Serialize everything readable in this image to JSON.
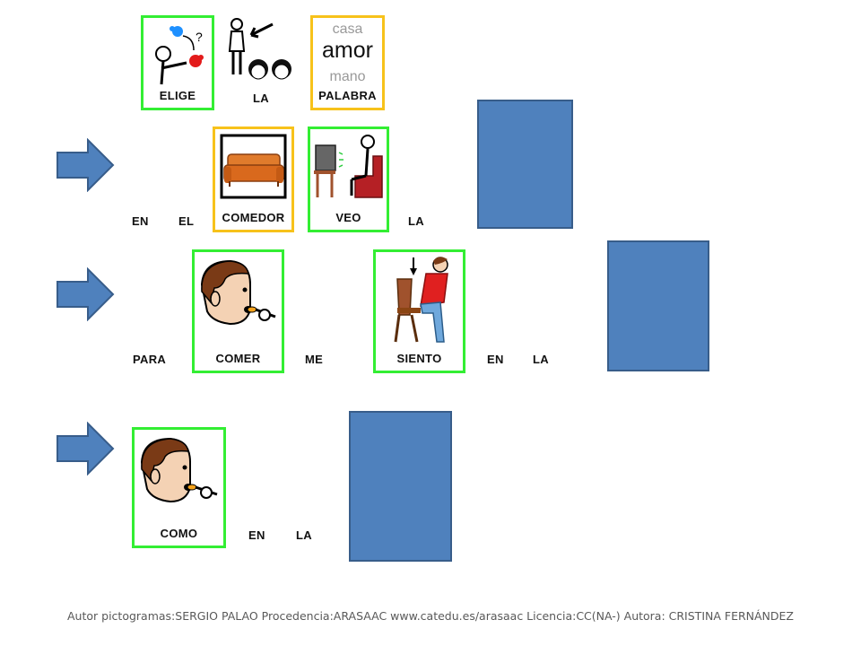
{
  "header": {
    "cards": [
      {
        "label": "ELIGE"
      },
      {
        "label": "LA"
      },
      {
        "label": "PALABRA"
      }
    ],
    "palabra_options": [
      "casa",
      "amor",
      "mano"
    ]
  },
  "row1": {
    "words": [
      "EN",
      "EL",
      "LA"
    ],
    "cards": [
      {
        "label": "COMEDOR"
      },
      {
        "label": "VEO"
      }
    ]
  },
  "row2": {
    "words": [
      "PARA",
      "ME",
      "EN",
      "LA"
    ],
    "cards": [
      {
        "label": "COMER"
      },
      {
        "label": "SIENTO"
      }
    ]
  },
  "row3": {
    "words": [
      "EN",
      "LA"
    ],
    "cards": [
      {
        "label": "COMO"
      }
    ]
  },
  "footer": {
    "credits": "Autor pictogramas:SERGIO PALAO Procedencia:ARASAAC www.catedu.es/arasaac Licencia:CC(NA-) Autora: CRISTINA FERNÁNDEZ"
  },
  "colors": {
    "green_border": "#33ee33",
    "yellow_border": "#f7c21b",
    "blank_slot": "#4f81bd",
    "arrow": "#4f81bd"
  }
}
